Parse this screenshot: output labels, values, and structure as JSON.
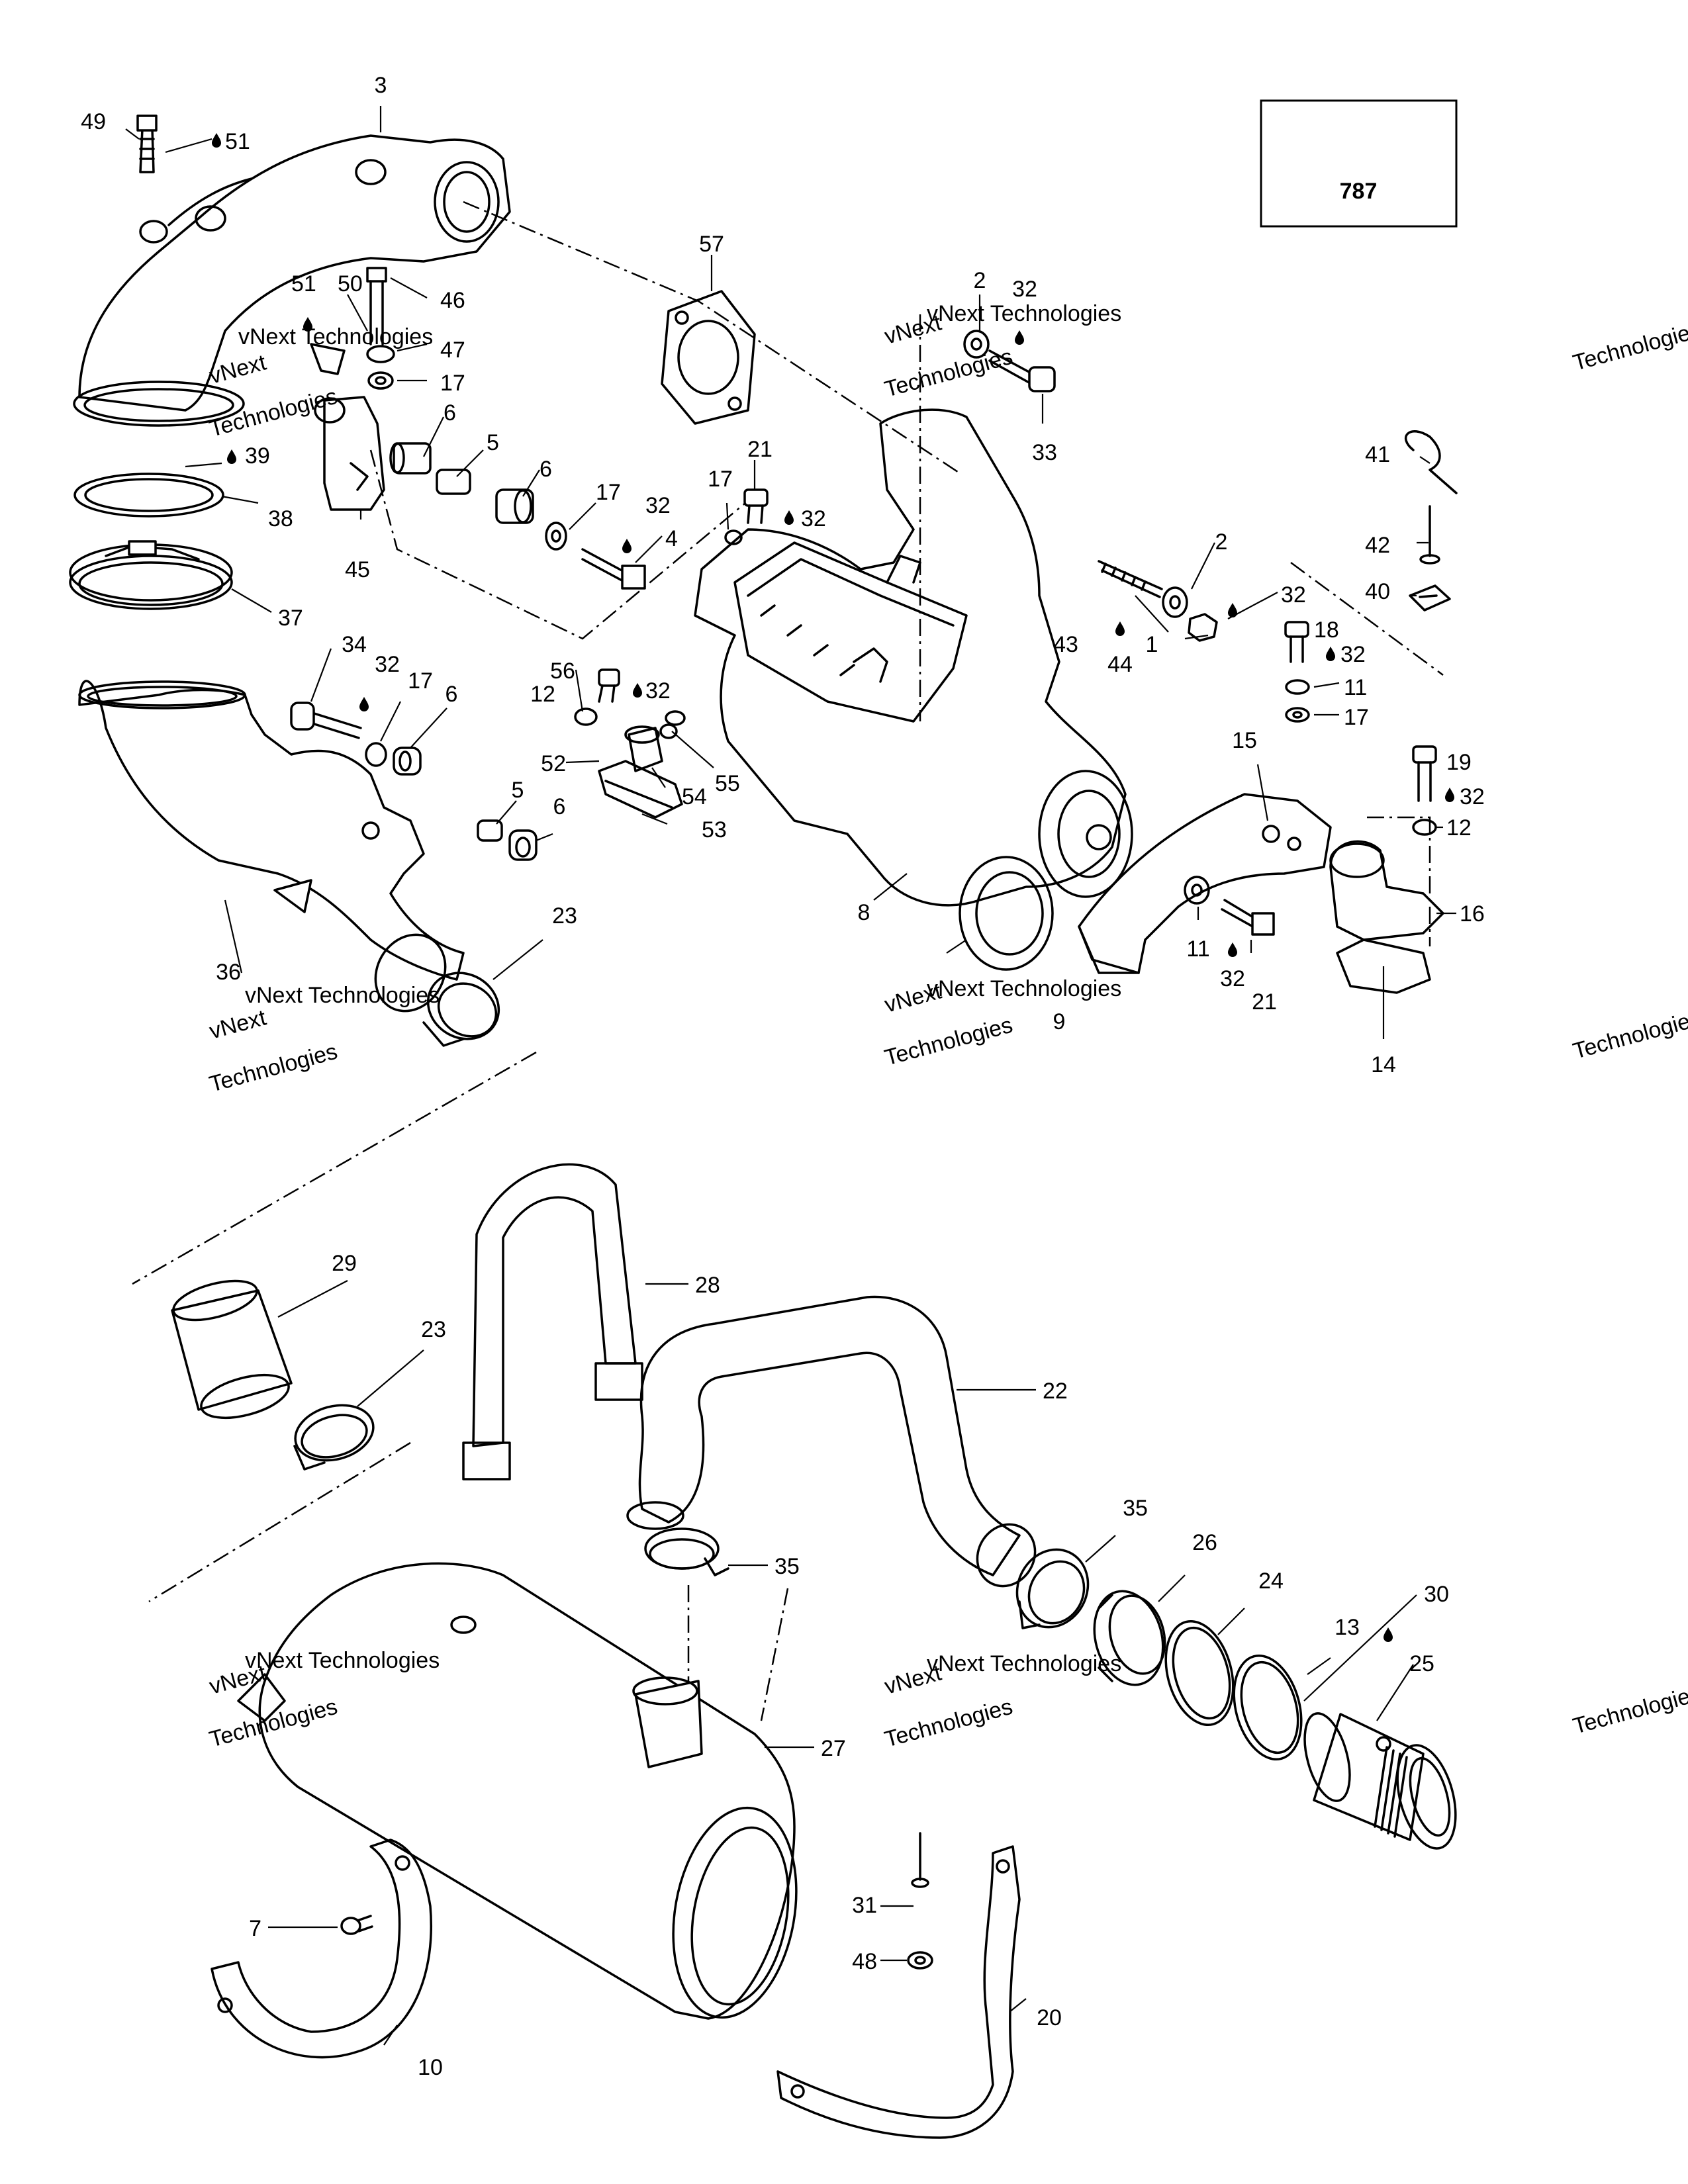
{
  "diagram_number": "787",
  "watermark": {
    "line1": "vNext Technologies",
    "line2": "vNext",
    "line3": "Technologies"
  },
  "callouts": [
    "1",
    "2",
    "3",
    "4",
    "5",
    "6",
    "7",
    "8",
    "9",
    "10",
    "11",
    "12",
    "13",
    "14",
    "15",
    "16",
    "17",
    "18",
    "19",
    "20",
    "21",
    "22",
    "23",
    "24",
    "25",
    "26",
    "27",
    "28",
    "29",
    "30",
    "31",
    "32",
    "33",
    "34",
    "35",
    "36",
    "37",
    "38",
    "39",
    "40",
    "41",
    "42",
    "43",
    "44",
    "45",
    "46",
    "47",
    "48",
    "49",
    "50",
    "51",
    "52",
    "53",
    "54",
    "55",
    "56",
    "57"
  ]
}
